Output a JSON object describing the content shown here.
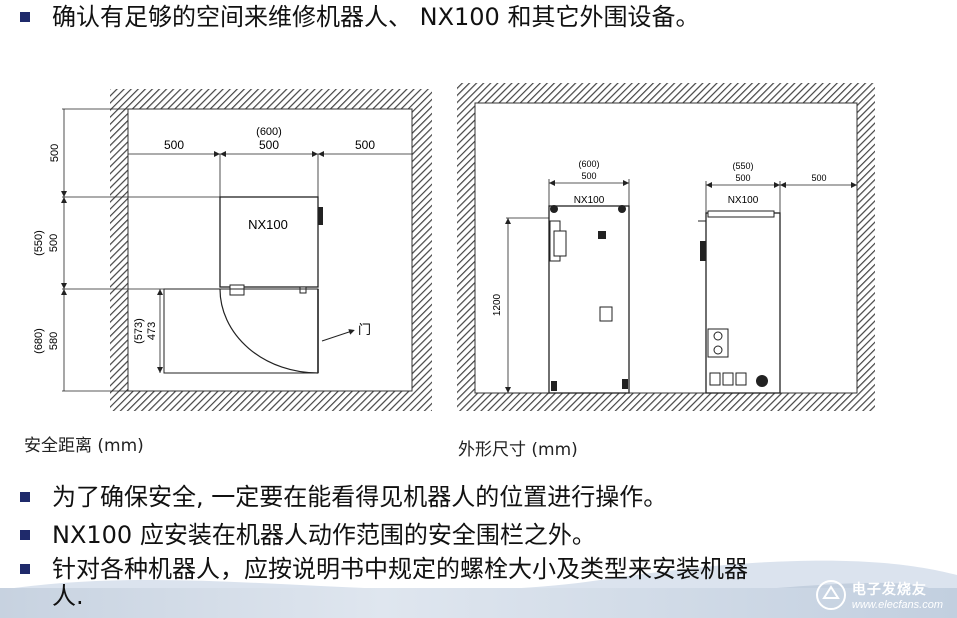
{
  "bullets": {
    "top": "确认有足够的空间来维修机器人、 NX100 和其它外围设备。",
    "b1": "为了确保安全, 一定要在能看得见机器人的位置进行操作。",
    "b2": " NX100 应安装在机器人动作范围的安全围栏之外。",
    "b3_line1": "针对各种机器人，应按说明书中规定的螺栓大小及类型来安装机器",
    "b3_line2": "人."
  },
  "left_diagram": {
    "caption": "安全距离 (mm)",
    "unit_label": "NX100",
    "door_label": "门",
    "dims": {
      "top_left": "500",
      "top_mid_paren": "(600)",
      "top_mid": "500",
      "top_right": "500",
      "left_top": "500",
      "left_mid_paren": "(550)",
      "left_mid": "500",
      "left_bottom_paren": "(680)",
      "left_bottom": "580",
      "door_paren": "(573)",
      "door": "473"
    }
  },
  "right_diagram": {
    "caption": "外形尺寸 (mm)",
    "front_label": "NX100",
    "side_label": "NX100",
    "dims": {
      "front_width_paren": "(600)",
      "front_width": "500",
      "side_width_paren": "(550)",
      "side_width": "500",
      "side_clear": "500",
      "height": "1200"
    }
  },
  "watermark": {
    "title": "电子发烧友",
    "url": "www.elecfans.com"
  },
  "colors": {
    "bullet": "#1f2a6b",
    "hatch": "#555555",
    "line": "#222222",
    "bg_wave": "#c7d2e0"
  }
}
